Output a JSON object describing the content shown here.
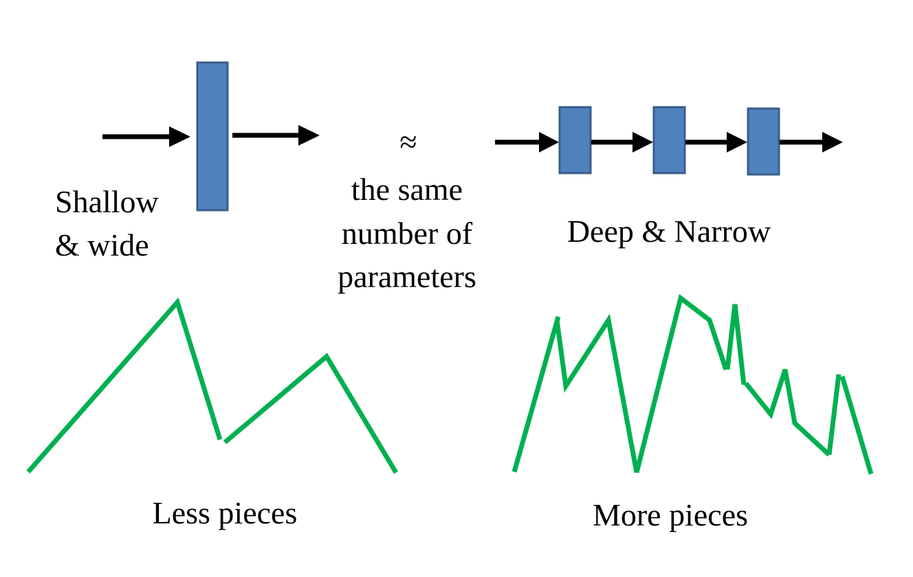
{
  "shallow": {
    "label_line1": "Shallow",
    "label_line2": "& wide"
  },
  "middle": {
    "approx_symbol": "≈",
    "text_line1": "the same",
    "text_line2": "number of",
    "text_line3": "parameters"
  },
  "deep": {
    "label": "Deep & Narrow"
  },
  "bottom": {
    "left_caption": "Less pieces",
    "right_caption": "More pieces"
  },
  "colors": {
    "block_fill": "#4f81bd",
    "block_stroke": "#385d8a",
    "curve": "#00b050",
    "arrow": "#000000"
  }
}
